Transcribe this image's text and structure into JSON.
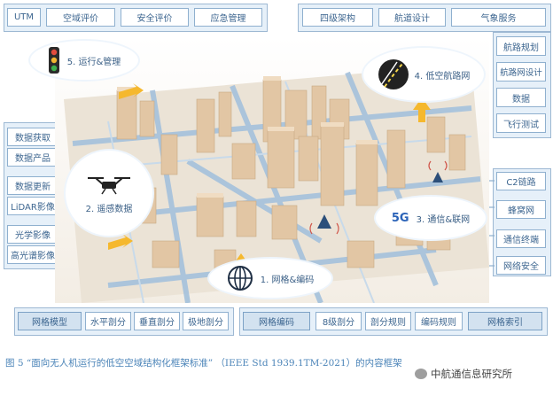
{
  "top_left": {
    "items": [
      "UTM",
      "空域评价",
      "安全评价",
      "应急管理"
    ]
  },
  "top_right": {
    "items": [
      "四级架构",
      "航道设计",
      "气象服务"
    ]
  },
  "right_upper": {
    "items": [
      "航路规划",
      "航路网设计",
      "数据",
      "飞行测试"
    ]
  },
  "left": {
    "items": [
      "数据获取",
      "数据产品",
      "数据更新",
      "LiDAR影像",
      "光学影像",
      "高光谱影像"
    ]
  },
  "right_lower": {
    "items": [
      "C2链路",
      "蜂窝网",
      "通信终端",
      "网络安全"
    ]
  },
  "bottom_left": {
    "header": "网格模型",
    "items": [
      "水平剖分",
      "垂直剖分",
      "极地剖分"
    ]
  },
  "bottom_right": {
    "header": "网格编码",
    "items": [
      "8级剖分",
      "剖分规则",
      "编码规则"
    ],
    "tail": "网格索引"
  },
  "clouds": {
    "c5": "5. 运行&管理",
    "c4": "4. 低空航路网",
    "c2": "2. 遥感数据",
    "c3": "3. 通信&联网",
    "c1": "1. 网格&编码",
    "fiveg": "5G"
  },
  "caption": "图 5  “面向无人机运行的低空空域结构化框架标准” （IEEE Std 1939.1TM-2021）的内容框架",
  "watermark": "中航通信息研究所",
  "colors": {
    "frame": "#e6f0f9",
    "border": "#8fb0cf",
    "text": "#3d6690",
    "caption": "#4b84b8",
    "arrow": "#f5b82e"
  }
}
